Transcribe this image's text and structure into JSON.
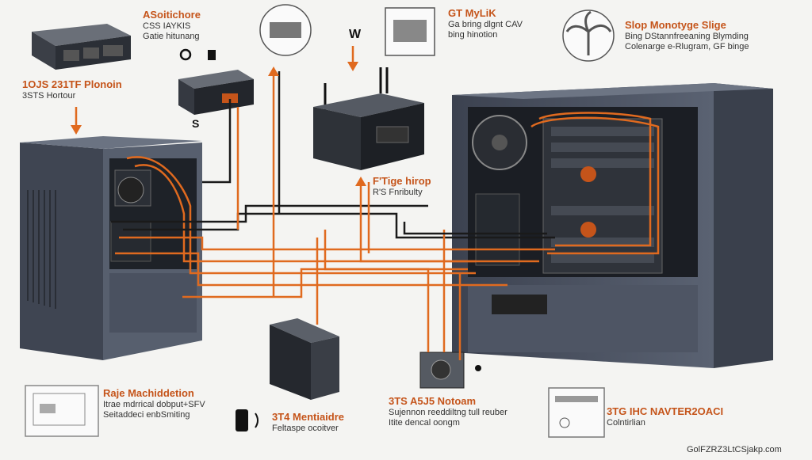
{
  "colors": {
    "accent": "#e06a1f",
    "cable_dark": "#1a1a1a",
    "case": "#4a5160",
    "background": "#f4f4f2"
  },
  "labels": {
    "top_left_device": {
      "title": "ASoitichore",
      "line1": "CSS IAYKIS",
      "line2": "Gatie hitunang"
    },
    "left_case": {
      "title": "1OJS 231TF Plonoin",
      "line1": "3STS Hortour"
    },
    "top_center": {
      "title": "W"
    },
    "top_mid": {
      "title": "GT MyLiK",
      "line1": "Ga bring dlgnt CAV",
      "line2": "bing hinotion"
    },
    "top_right": {
      "title": "Slop Monotyge Slige",
      "line1": "Bing DStannfreeaning Blymding",
      "line2": "Colenarge e-Rlugram, GF binge"
    },
    "middle": {
      "title": "F'Tige hirop",
      "line1": "R'S Fnribulty"
    },
    "bottom_left": {
      "title": "Raje Machiddetion",
      "line1": "Itrae mdrrical dobput+SFV",
      "line2": "Seitaddeci enbSmiting"
    },
    "bottom_psu": {
      "title": "3T4 Mentiaidre",
      "line1": "Feltaspe ocoitver"
    },
    "bottom_center": {
      "title": "3TS A5J5 Notoam",
      "line1": "Sujennon reeddiltng tull reuber",
      "line2": "Itite dencal oongm"
    },
    "bottom_right": {
      "title": "3TG IHC NAVTER2OACI",
      "line1": "Colntirlian"
    },
    "small_s": "S",
    "watermark": "GolFZRZ3LtCSjakp.com"
  }
}
